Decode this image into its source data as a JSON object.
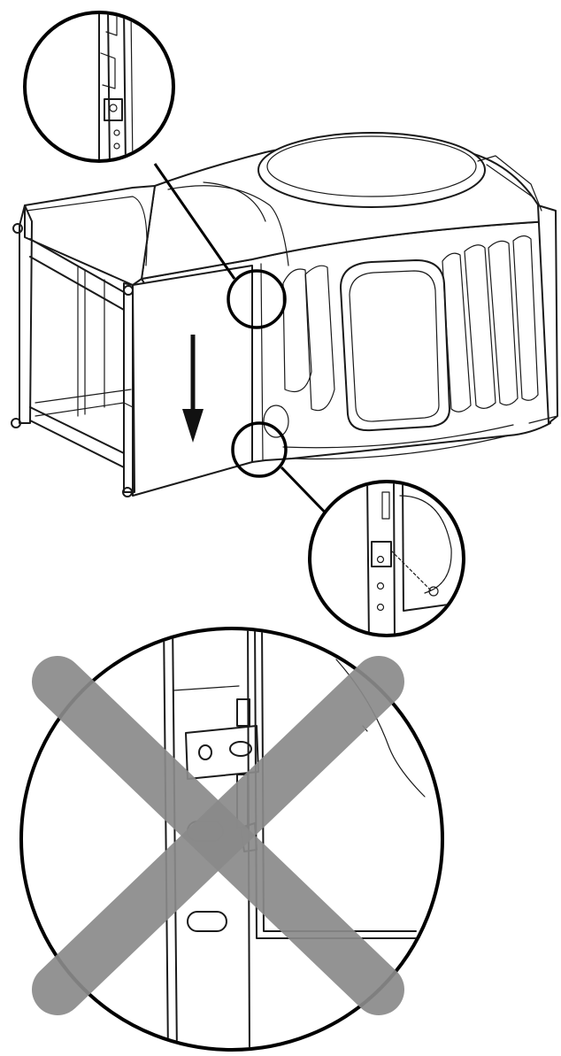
{
  "figure": {
    "steps": [
      "slide-cabinet-down",
      "align-bracket-top",
      "align-bracket-bottom"
    ],
    "warning": "incorrect-bracket-alignment"
  },
  "colors": {
    "line": "#1a1a1a",
    "background": "#ffffff",
    "cross": "#8a8a8a"
  },
  "icons": {
    "direction": "arrow-down-icon",
    "prohibited": "cross-mark-icon"
  }
}
